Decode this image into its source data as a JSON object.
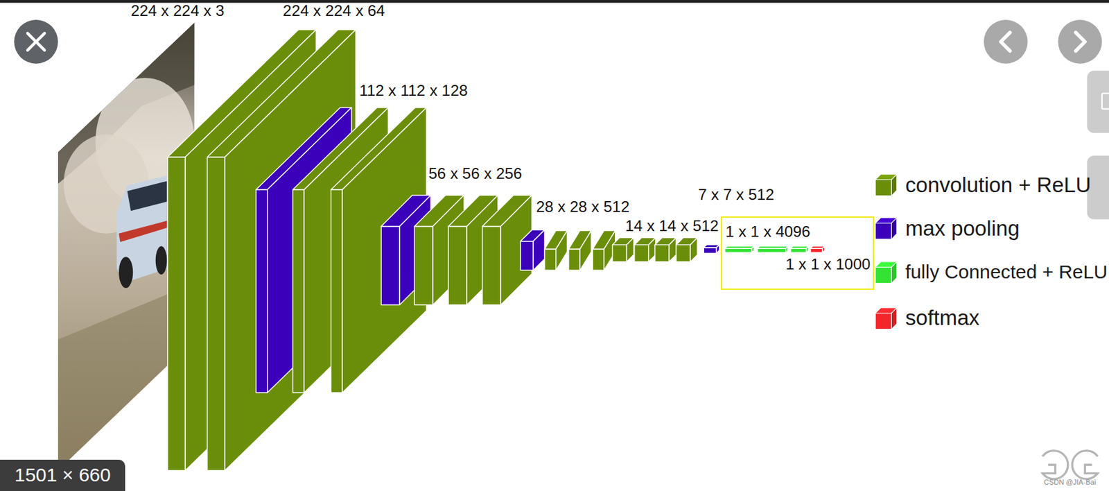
{
  "diagram": {
    "nodes": [
      {
        "text": [
          "1 x 1 x 4096",
          "1 x 1 x 1000"
        ]
      },
      {
        "text": [
          "1501 × 660"
        ]
      }
    ],
    "labels": [
      "224 x 224 x 3",
      "224 x 224 x 64",
      "112 x 112 x 128",
      "56 x 56 x 256",
      "28 x 28 x 512",
      "14 x 14 x 512",
      "7 x 7 x 512",
      "CSDN @JIA-Bai"
    ],
    "legend": [
      {
        "text": "convolution + ReLU",
        "color": "#6b8e0a"
      },
      {
        "text": "max pooling",
        "color": "#3b00b9"
      },
      {
        "text": "fully Connected + ReLU",
        "color": "#33e333"
      },
      {
        "text": "softmax",
        "color": "#f2262b"
      }
    ]
  }
}
